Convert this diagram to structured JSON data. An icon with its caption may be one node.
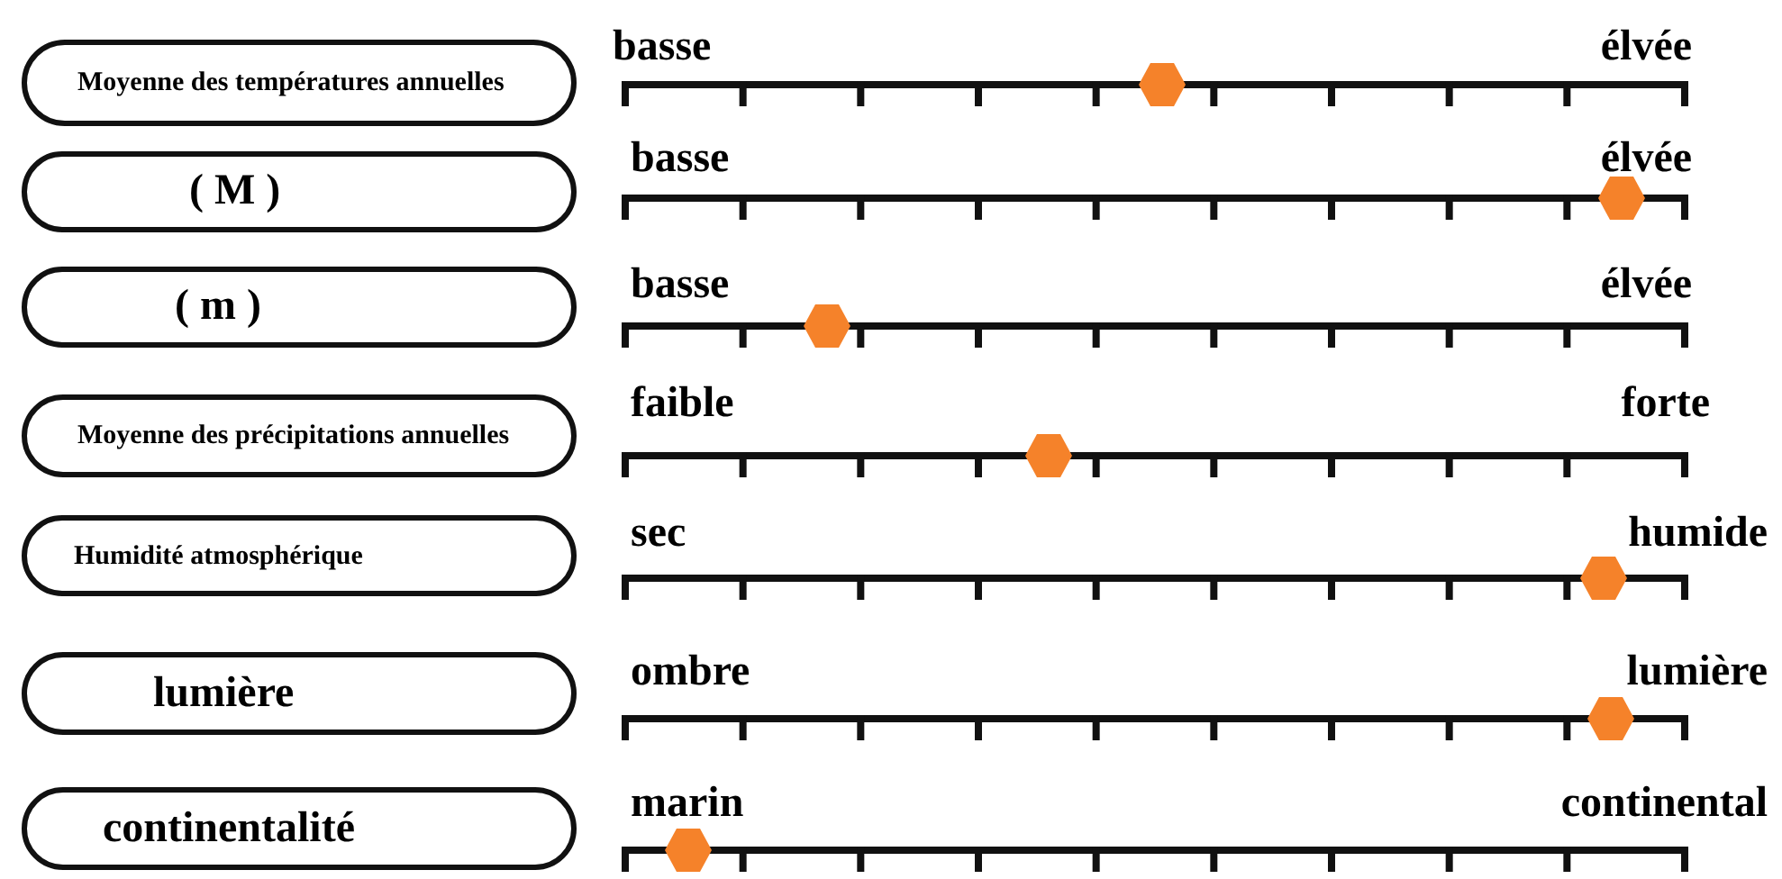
{
  "diagram": {
    "nodes": [
      {
        "text": [
          "Moyenne des températures annuelles"
        ]
      },
      {
        "text": [
          "( M )"
        ]
      },
      {
        "text": [
          "( m )"
        ]
      },
      {
        "text": [
          "Moyenne des précipitations annuelles"
        ]
      },
      {
        "text": [
          "Humidité atmosphérique"
        ]
      },
      {
        "text": [
          "lumière"
        ]
      },
      {
        "text": [
          "continentalité"
        ]
      }
    ],
    "labels": [
      "basse",
      "élvée",
      "basse",
      "élvée",
      "basse",
      "élvée",
      "faible",
      "forte",
      "sec",
      "humide",
      "ombre",
      "lumière",
      "marin",
      "continental"
    ]
  }
}
